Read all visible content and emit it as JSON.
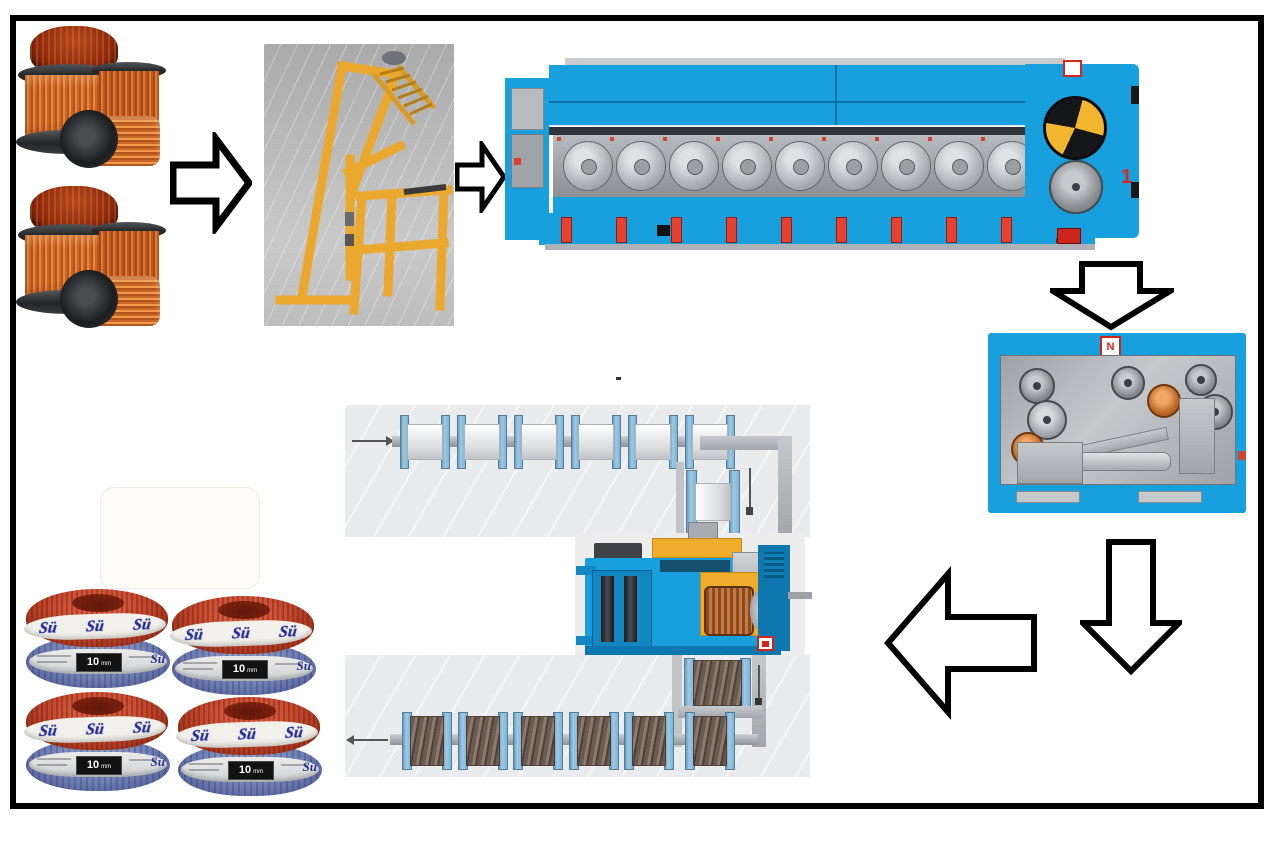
{
  "diagram": {
    "title": "copper wire and cable production process flow",
    "border_color": "#000000"
  },
  "palette": {
    "machine_blue": "#189fdd",
    "machine_blue_dark": "#0e77ad",
    "accent_red": "#e03c2a",
    "stand_yellow": "#eaa82f",
    "copper": "#c96526",
    "panel_gray": "#e9ebec",
    "flange_blue": "#7fb3d5"
  },
  "stages": [
    {
      "id": "copper-rod-coils-top",
      "name": "copper rod coils"
    },
    {
      "id": "copper-rod-coils-bottom",
      "name": "copper rod coils"
    },
    {
      "id": "payoff-stand",
      "name": "rod payoff stand"
    },
    {
      "id": "rod-breakdown-machine",
      "name": "rod breakdown wire drawing machine"
    },
    {
      "id": "annealer-machine",
      "name": "intermediate drawing machine with annealer"
    },
    {
      "id": "winding-line",
      "name": "spooling / winding line"
    },
    {
      "id": "finished-cable-coils",
      "name": "finished insulated cable coils"
    }
  ],
  "arrows": [
    {
      "id": "arrow-right-1",
      "direction": "right"
    },
    {
      "id": "arrow-right-2",
      "direction": "right"
    },
    {
      "id": "arrow-down-1",
      "direction": "down"
    },
    {
      "id": "arrow-down-2",
      "direction": "down"
    },
    {
      "id": "arrow-left-1",
      "direction": "left"
    }
  ],
  "labels": {
    "annealer_logo": "N",
    "machine_mark": "1",
    "coil_brand": "Sü",
    "coil_size": "10",
    "coil_size_unit": "mm"
  },
  "counts": {
    "capstans": 10,
    "red_handles": 10,
    "top_bobbins": 6,
    "bottom_spools": 6,
    "coil_units": 4,
    "brand_repeats": 3
  }
}
